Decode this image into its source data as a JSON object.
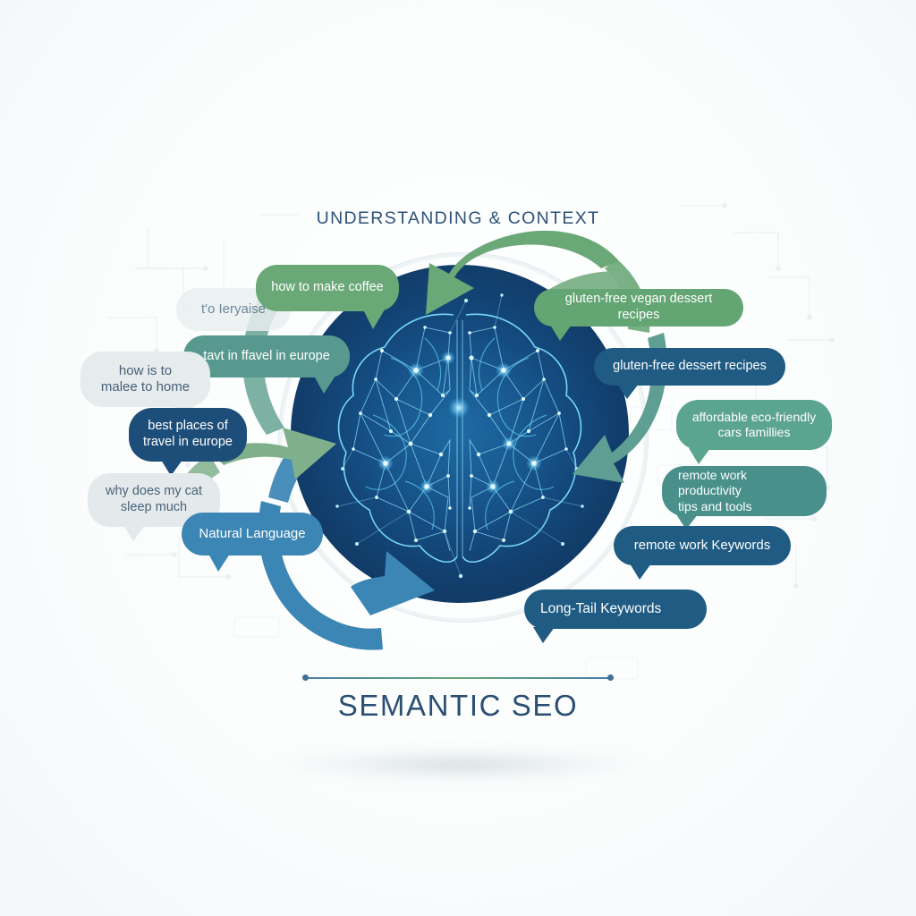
{
  "titles": {
    "top": "UNDERSTANDING & CONTEXT",
    "bottom": "SEMANTIC SEO"
  },
  "center": {
    "label": "brain-network-illustration",
    "circle_color": "#134b80",
    "ring_color": "#eef3f5",
    "node_color": "#6fe0ff"
  },
  "colors": {
    "green": "#6aa878",
    "teal": "#58998f",
    "navy": "#1f5b83",
    "deep_navy": "#1d4e79",
    "blue": "#3b86b5",
    "light_gray": "#e8edee",
    "title_blue": "#2d5278"
  },
  "bubbles": [
    {
      "id": "bubble-faint-left",
      "text": "t'o Ieryaise",
      "style": "light-gray"
    },
    {
      "id": "bubble-how-to-make-coffee",
      "text": "how to make coffee",
      "style": "green"
    },
    {
      "id": "bubble-tavt-travel",
      "text": "tavt in ffavel in europe",
      "style": "teal"
    },
    {
      "id": "bubble-how-is-to-home",
      "text": "how is to\nmalee to home",
      "style": "light-gray"
    },
    {
      "id": "bubble-best-places",
      "text": "best places of\ntravel in europe",
      "style": "deep-navy"
    },
    {
      "id": "bubble-why-cat",
      "text": "why does my cat\nsleep much",
      "style": "light-gray"
    },
    {
      "id": "bubble-natural-language",
      "text": "Natural Language",
      "style": "blue"
    },
    {
      "id": "bubble-gluten-vegan",
      "text": "gluten-free vegan dessert recipes",
      "style": "green"
    },
    {
      "id": "bubble-gluten-dessert",
      "text": "gluten-free dessert recipes",
      "style": "deep-navy"
    },
    {
      "id": "bubble-eco-cars",
      "text": "affordable eco-friendly\ncars famillies",
      "style": "teal-green"
    },
    {
      "id": "bubble-remote-tips",
      "text": "remote work productivity\ntips and tools",
      "style": "teal"
    },
    {
      "id": "bubble-remote-keywords",
      "text": "remote work Keywords",
      "style": "navy"
    },
    {
      "id": "bubble-long-tail",
      "text": "Long-Tail Keywords",
      "style": "navy"
    }
  ],
  "arrows": [
    {
      "id": "arrow-top-green",
      "color": "#6aa878",
      "direction": "counter-clockwise-top"
    },
    {
      "id": "arrow-left-teal",
      "color": "#6fa89a",
      "direction": "up-left"
    },
    {
      "id": "arrow-left-green",
      "color": "#7fb08b",
      "direction": "up-right"
    },
    {
      "id": "arrow-bottom-blue",
      "color": "#3b86b5",
      "direction": "clockwise-bottom"
    },
    {
      "id": "arrow-right-teal",
      "color": "#5f9e93",
      "direction": "down-left"
    },
    {
      "id": "arrow-right-green-top",
      "color": "#6aa878",
      "direction": "down-left-upper"
    }
  ]
}
